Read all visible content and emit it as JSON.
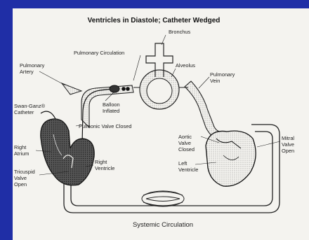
{
  "title": "Ventricles in Diastole; Catheter Wedged",
  "caption": "Systemic Circulation",
  "labels": {
    "bronchus": "Bronchus",
    "pulmonary_circulation": "Pulmonary Circulation",
    "alveolus": "Alveolus",
    "pulmonary_artery": [
      "Pulmonary",
      "Artery"
    ],
    "pulmonary_vein": [
      "Pulmonary",
      "Vein"
    ],
    "balloon_inflated": [
      "Balloon",
      "Inflated"
    ],
    "swan_ganz_catheter": [
      "Swan-Ganz®",
      "Catheter"
    ],
    "pulmonic_valve_closed": "Pulmonic Valve Closed",
    "right_atrium": [
      "Right",
      "Atrium"
    ],
    "right_ventricle": [
      "Right",
      "Ventricle"
    ],
    "tricuspid_valve_open": [
      "Tricuspid",
      "Valve",
      "Open"
    ],
    "aortic_valve_closed": [
      "Aortic",
      "Valve",
      "Closed"
    ],
    "left_ventricle": [
      "Left",
      "Ventricle"
    ],
    "mitral_valve_open": [
      "Mitral",
      "Valve",
      "Open"
    ]
  }
}
